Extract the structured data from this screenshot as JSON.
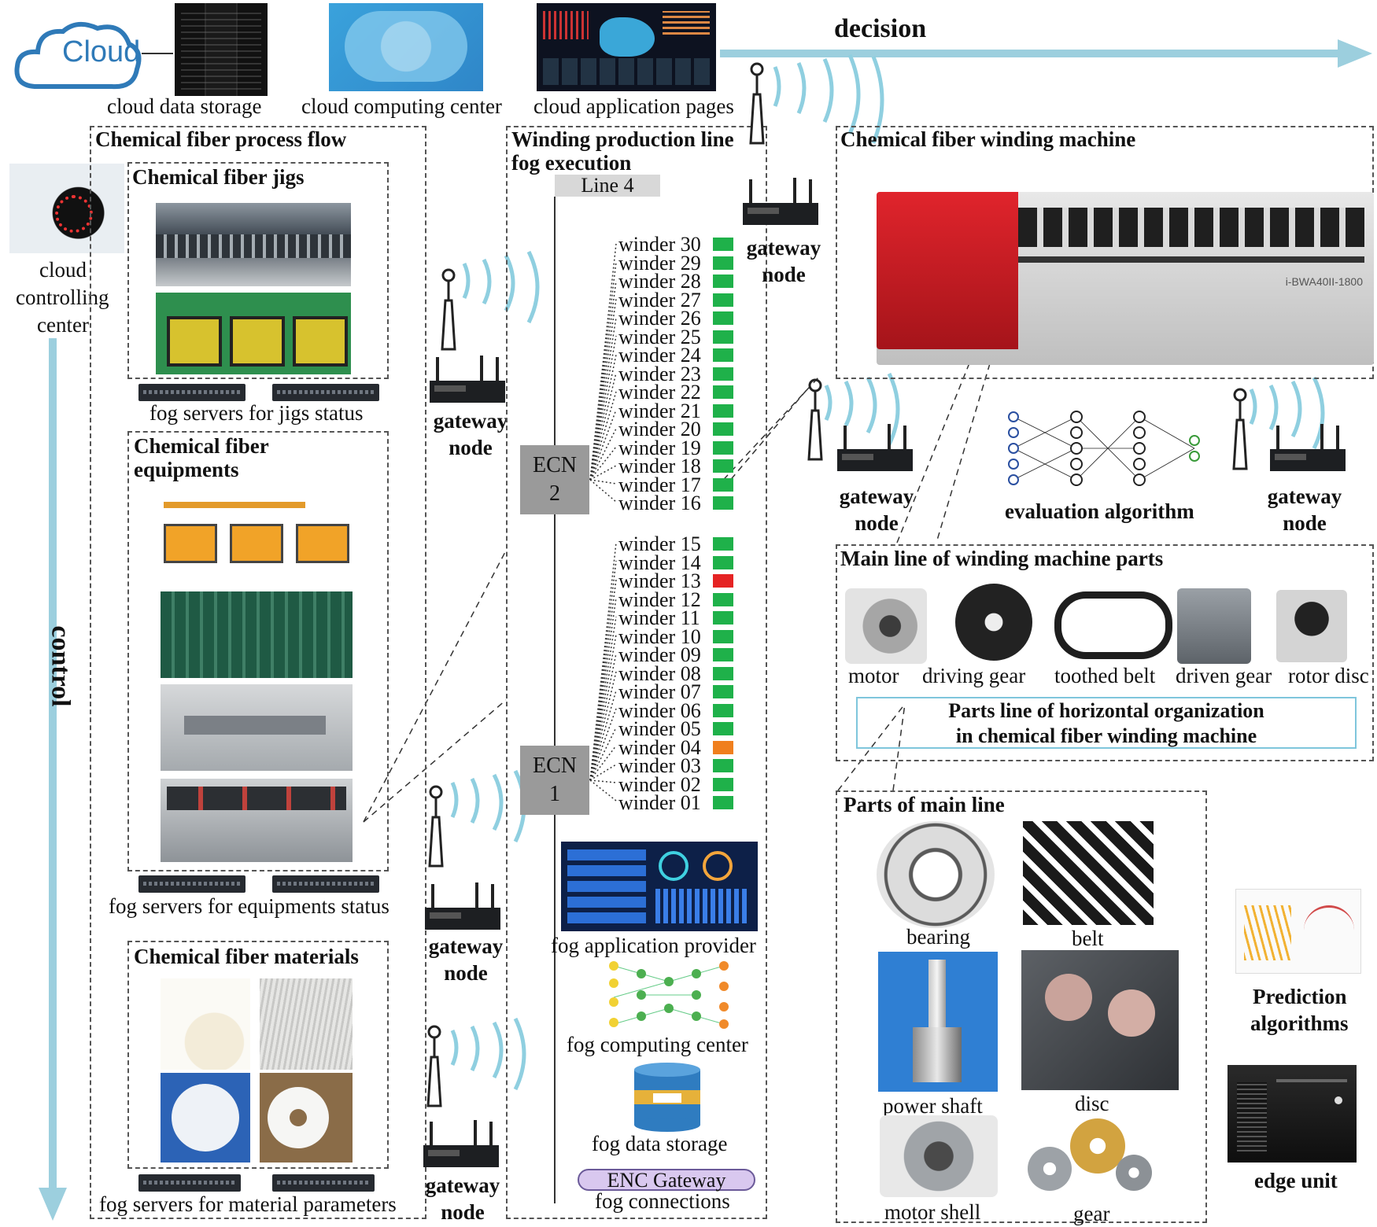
{
  "top": {
    "cloud_word": "Cloud",
    "cloud_storage": "cloud data storage",
    "cloud_computing": "cloud computing center",
    "cloud_app": "cloud application pages",
    "decision": "decision"
  },
  "left": {
    "cloud_controlling": [
      "cloud",
      "controlling",
      "center"
    ],
    "control": "control"
  },
  "process": {
    "title": "Chemical fiber process flow",
    "jigs_title": "Chemical fiber jigs",
    "jigs_fog": "fog servers for jigs status",
    "equip_title_1": "Chemical fiber",
    "equip_title_2": "equipments",
    "equip_fog": "fog servers for equipments status",
    "materials_title": "Chemical fiber materials",
    "materials_fog": "fog servers for material parameters"
  },
  "gateway": {
    "line1": "gateway",
    "line2": "node"
  },
  "winding": {
    "title_1": "Winding production line",
    "title_2": "fog execution",
    "line_label": "Line 4",
    "ecn_word": "ECN",
    "ecn2": "2",
    "ecn1": "1",
    "winders_upper": [
      {
        "label": "winder 30",
        "status": "green"
      },
      {
        "label": "winder 29",
        "status": "green"
      },
      {
        "label": "winder 28",
        "status": "green"
      },
      {
        "label": "winder 27",
        "status": "green"
      },
      {
        "label": "winder 26",
        "status": "green"
      },
      {
        "label": "winder 25",
        "status": "green"
      },
      {
        "label": "winder 24",
        "status": "green"
      },
      {
        "label": "winder 23",
        "status": "green"
      },
      {
        "label": "winder 22",
        "status": "green"
      },
      {
        "label": "winder 21",
        "status": "green"
      },
      {
        "label": "winder 20",
        "status": "green"
      },
      {
        "label": "winder 19",
        "status": "green"
      },
      {
        "label": "winder 18",
        "status": "green"
      },
      {
        "label": "winder 17",
        "status": "green"
      },
      {
        "label": "winder 16",
        "status": "green"
      }
    ],
    "winders_lower": [
      {
        "label": "winder 15",
        "status": "green"
      },
      {
        "label": "winder 14",
        "status": "green"
      },
      {
        "label": "winder 13",
        "status": "red"
      },
      {
        "label": "winder 12",
        "status": "green"
      },
      {
        "label": "winder 11",
        "status": "green"
      },
      {
        "label": "winder 10",
        "status": "green"
      },
      {
        "label": "winder 09",
        "status": "green"
      },
      {
        "label": "winder 08",
        "status": "green"
      },
      {
        "label": "winder 07",
        "status": "green"
      },
      {
        "label": "winder 06",
        "status": "green"
      },
      {
        "label": "winder 05",
        "status": "green"
      },
      {
        "label": "winder 04",
        "status": "orange"
      },
      {
        "label": "winder 03",
        "status": "green"
      },
      {
        "label": "winder 02",
        "status": "green"
      },
      {
        "label": "winder 01",
        "status": "green"
      }
    ],
    "fog_app": "fog application provider",
    "fog_computing": "fog computing center",
    "fog_storage": "fog data storage",
    "enc_gateway": "ENC Gateway",
    "fog_connections": "fog connections"
  },
  "machine": {
    "title": "Chemical fiber winding machine",
    "model": "i-BWA40II-1800",
    "eval": "evaluation algorithm"
  },
  "main_line": {
    "title": "Main line of winding machine parts",
    "parts": [
      "motor",
      "driving gear",
      "toothed belt",
      "driven gear",
      "rotor disc"
    ],
    "horiz_1": "Parts line of horizontal organization",
    "horiz_2": "in chemical fiber winding machine"
  },
  "parts_main": {
    "title": "Parts of main line",
    "bearing": "bearing",
    "belt": "belt",
    "power_shaft": "power shaft",
    "disc": "disc",
    "motor_shell": "motor shell",
    "gear": "gear"
  },
  "right_col": {
    "prediction_1": "Prediction",
    "prediction_2": "algorithms",
    "edge_unit": "edge unit"
  },
  "colors": {
    "arrow": "#9ccfde",
    "green": "#1fb14a",
    "red": "#e52323",
    "orange": "#f07f1e",
    "ecn": "#9a9a9a",
    "enc_gateway": "#d9c8ef"
  }
}
